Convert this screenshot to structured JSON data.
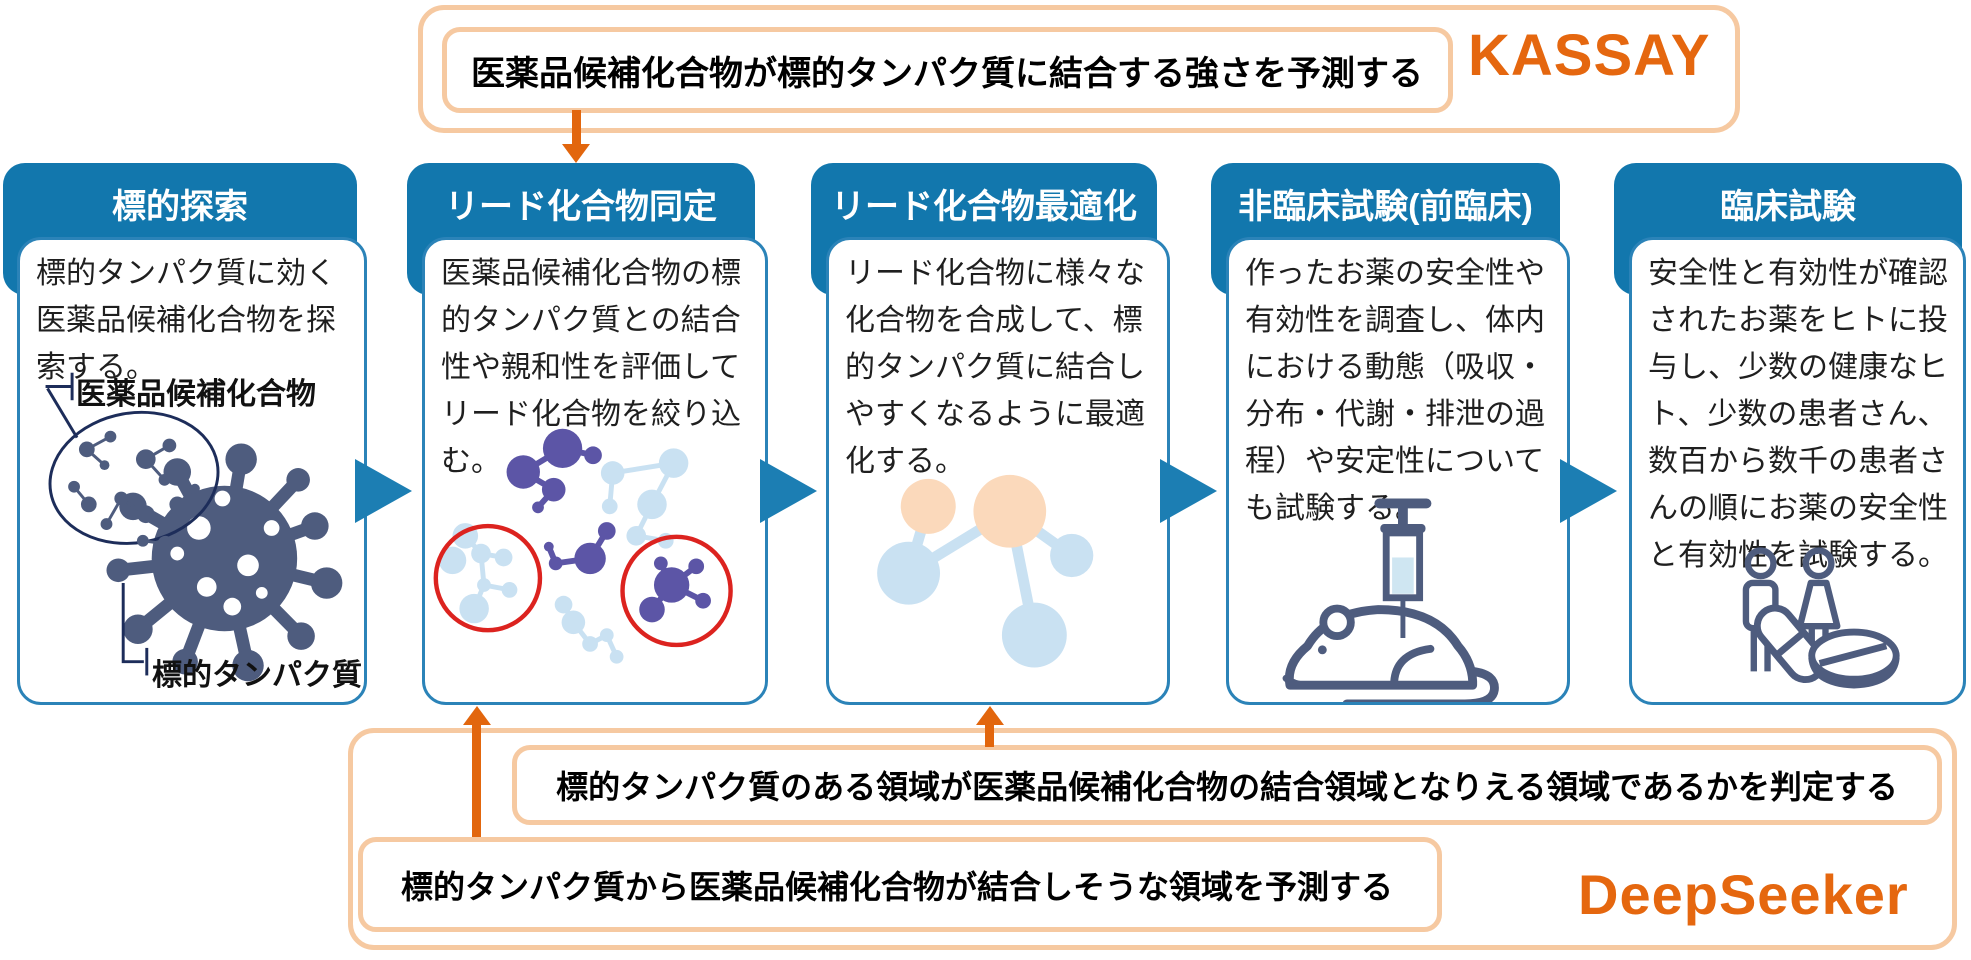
{
  "palette": {
    "header_blue": "#1277ad",
    "body_border_blue": "#2b83b8",
    "arrow_blue": "#1c7eb3",
    "peach_border": "#f6c9a1",
    "brand_orange": "#e5670f",
    "arrow_orange": "#e2660d",
    "illustration_slate": "#4e5c7e",
    "molecule_purple": "#5c55a6",
    "molecule_light_blue": "#c9e1f2",
    "molecule_peach": "#fbd9bb",
    "highlight_red": "#dc231f",
    "navy_outline": "#1d2d5a",
    "liquid_blue": "#cfe6f2",
    "text_dark": "#1f1f1f"
  },
  "kassay_callout": {
    "text": "医薬品候補化合物が標的タンパク質に結合する強さを予測する",
    "brand": "KASSAY"
  },
  "stages": [
    {
      "title": "標的探索",
      "description": "標的タンパク質に効く医薬品候補化合物を探索する。",
      "candidate_label": "医薬品候補化合物",
      "target_label": "標的タンパク質"
    },
    {
      "title": "リード化合物同定",
      "description": "医薬品候補化合物の標的タンパク質との結合性や親和性を評価してリード化合物を絞り込む。"
    },
    {
      "title": "リード化合物最適化",
      "description": "リード化合物に様々な化合物を合成して、標的タンパク質に結合しやすくなるように最適化する。"
    },
    {
      "title": "非臨床試験(前臨床)",
      "description": "作ったお薬の安全性や有効性を調査し、体内における動態（吸収・分布・代謝・排泄の過程）や安定性についても試験する。"
    },
    {
      "title": "臨床試験",
      "description": "安全性と有効性が確認されたお薬をヒトに投与し、少数の健康なヒト、少数の患者さん、数百から数千の患者さんの順にお薬の安全性と有効性を試験する。"
    }
  ],
  "deepseeker_callout": {
    "judge_text": "標的タンパク質のある領域が医薬品候補化合物の結合領域となりえる領域であるかを判定する",
    "predict_text": "標的タンパク質から医薬品候補化合物が結合しそうな領域を予測する",
    "brand": "DeepSeeker"
  }
}
